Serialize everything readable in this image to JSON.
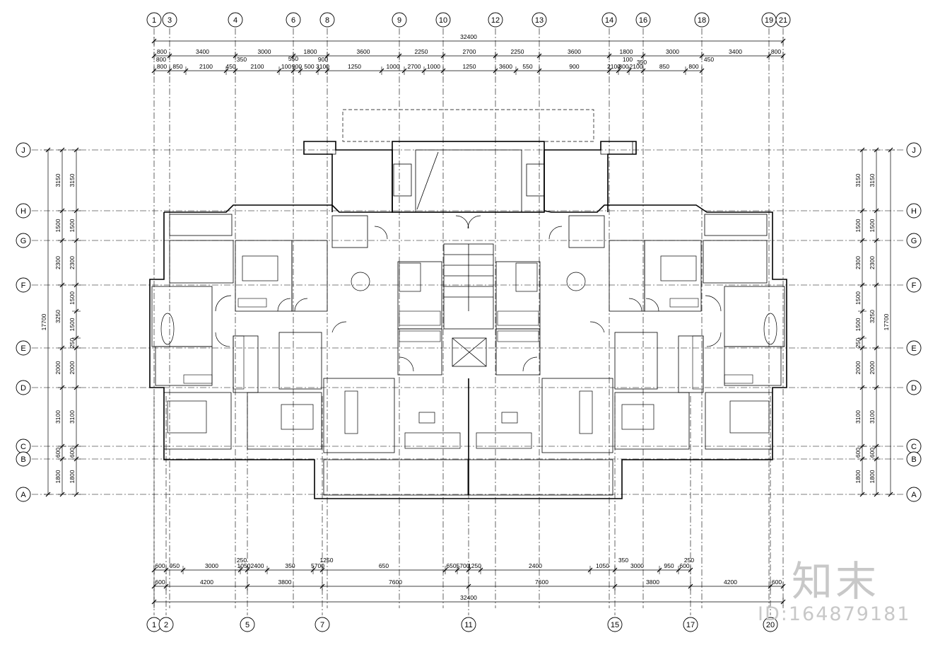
{
  "drawing": {
    "top_axes": [
      "1",
      "3",
      "4",
      "6",
      "8",
      "9",
      "10",
      "12",
      "13",
      "14",
      "16",
      "18",
      "19",
      "21"
    ],
    "bottom_axes": [
      "1",
      "2",
      "5",
      "7",
      "11",
      "15",
      "17",
      "20"
    ],
    "row_axes": [
      "J",
      "H",
      "G",
      "F",
      "E",
      "D",
      "C",
      "B",
      "A"
    ],
    "dims_top_total": "32400",
    "dims_top_row1": [
      "800",
      "3400",
      "3000",
      "1800",
      "3600",
      "2250",
      "2700",
      "2250",
      "3600",
      "1800",
      "3000",
      "3400",
      "800"
    ],
    "dims_top_row1_extra": [
      "800",
      "350",
      "550",
      "900",
      "100",
      "350",
      "450"
    ],
    "dims_top_row2": [
      "800",
      "850",
      "2100",
      "450",
      "2100",
      "100",
      "900",
      "500",
      "3100",
      "1250",
      "1000",
      "2700",
      "1000",
      "1250",
      "3600",
      "550",
      "900",
      "2100",
      "800",
      "2100",
      "850",
      "800"
    ],
    "dims_bottom_row1": [
      "600",
      "950",
      "3000",
      "1050",
      "2400",
      "350",
      "5700",
      "650",
      "650",
      "5700",
      "1250",
      "2400",
      "1050",
      "3000",
      "950",
      "600"
    ],
    "dims_bottom_row1_extra": [
      "250",
      "1250",
      "350",
      "250"
    ],
    "dims_bottom_row2": [
      "600",
      "4200",
      "3800",
      "7600",
      "7600",
      "3800",
      "4200",
      "600"
    ],
    "dims_bottom_total": "32400",
    "dims_side_outer": [
      "3150",
      "1500",
      "2300",
      "3250",
      "2000",
      "3100",
      "600",
      "1800"
    ],
    "dims_side_inner": [
      "3150",
      "1500",
      "2300",
      "1500",
      "1500",
      "250",
      "2000",
      "3100",
      "600",
      "1800"
    ],
    "dims_side_total": "17700"
  },
  "watermark": {
    "logo": "知末",
    "id": "ID:164879181"
  }
}
